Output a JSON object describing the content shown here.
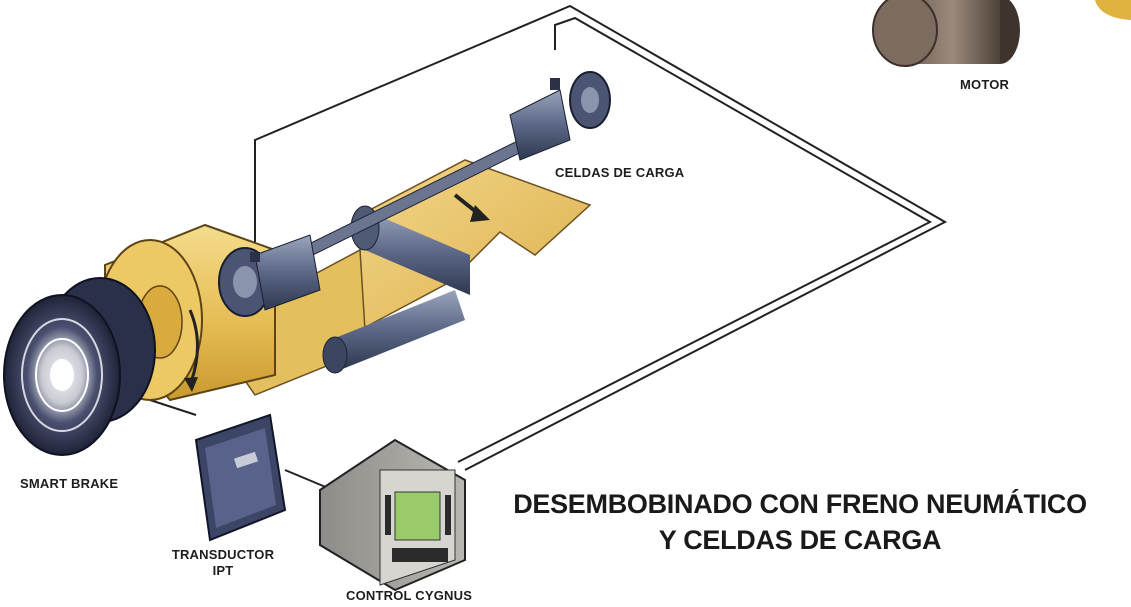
{
  "labels": {
    "motor": "MOTOR",
    "load_cells": "CELDAS DE CARGA",
    "smart_brake": "SMART BRAKE",
    "transducer_line1": "TRANSDUCTOR",
    "transducer_line2": "IPT",
    "controller": "CONTROL CYGNUS"
  },
  "title": {
    "line1": "DESEMBOBINADO CON FRENO NEUMÁTICO",
    "line2": "Y CELDAS DE CARGA"
  },
  "colors": {
    "web": "#e9c66a",
    "roll": "#e3b94f",
    "steel": "#5d6b8a",
    "brake": "#2f3550",
    "cable": "#222222"
  }
}
